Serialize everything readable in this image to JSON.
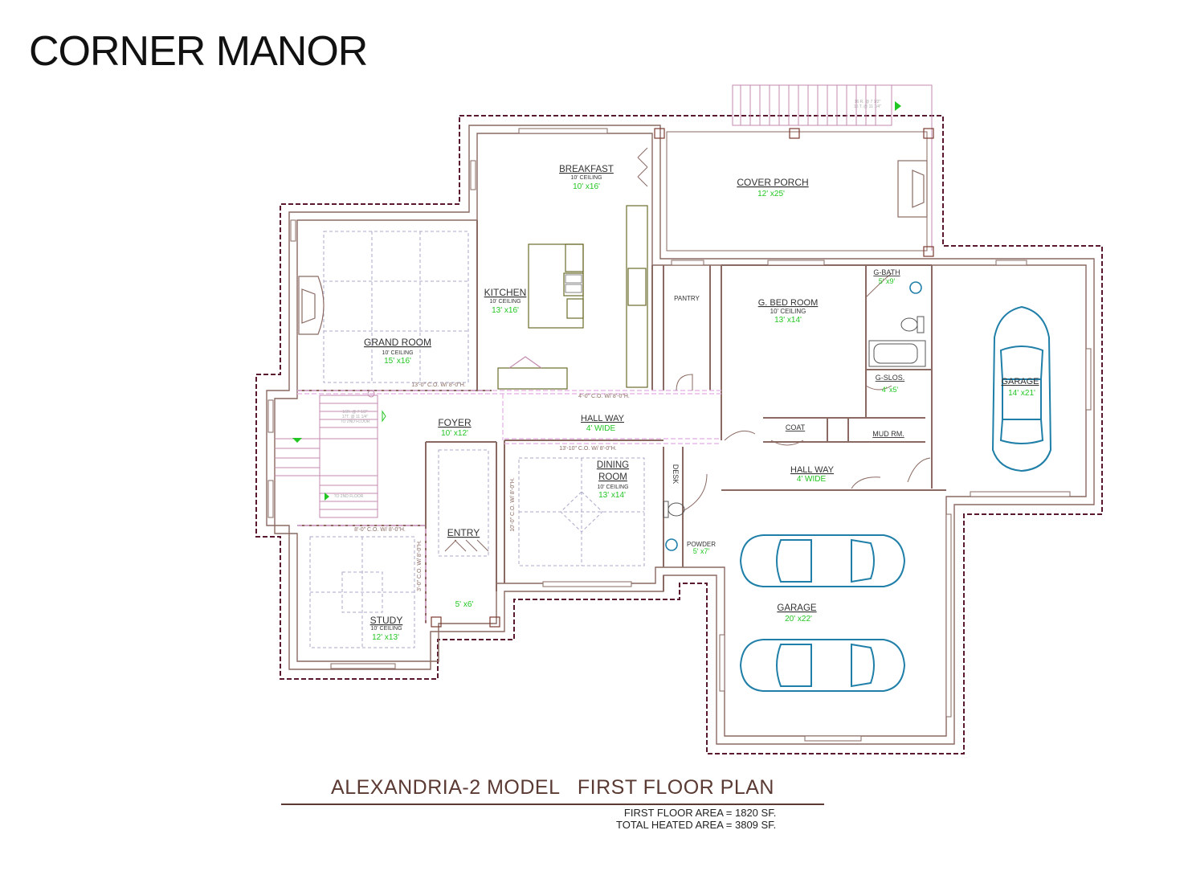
{
  "brand": "CORNER MANOR",
  "title_block": {
    "title": "ALEXANDRIA-2 MODEL   FIRST FLOOR PLAN",
    "first_floor_area": "FIRST FLOOR AREA = 1820 SF.",
    "total_heated_area": "TOTAL HEATED AREA = 3809 SF."
  },
  "rooms": {
    "breakfast": {
      "name": "BREAKFAST",
      "ceiling": "10' CEILING",
      "size": "10' x16'"
    },
    "cover_porch": {
      "name": "COVER PORCH",
      "size": "12' x25'"
    },
    "kitchen": {
      "name": "KITCHEN",
      "ceiling": "10' CEILING",
      "size": "13' x16'"
    },
    "pantry": {
      "name": "PANTRY"
    },
    "grand_room": {
      "name": "GRAND ROOM",
      "ceiling": "10' CEILING",
      "size": "15' x16'"
    },
    "g_bed_room": {
      "name": "G. BED ROOM",
      "ceiling": "10' CEILING",
      "size": "13' x14'"
    },
    "g_bath": {
      "name": "G-BATH",
      "size": "5' x9'"
    },
    "g_slos": {
      "name": "G-SLOS.",
      "size": "4' x5'"
    },
    "garage_side": {
      "name": "GARAGE",
      "size": "14' x21'"
    },
    "foyer": {
      "name": "FOYER",
      "size": "10' x12'"
    },
    "hall_way_upper": {
      "name": "HALL WAY",
      "size": "4' WIDE"
    },
    "hall_way_lower": {
      "name": "HALL WAY",
      "size": "4' WIDE"
    },
    "coat": {
      "name": "COAT"
    },
    "mud_rm": {
      "name": "MUD RM."
    },
    "dining_room": {
      "name_line1": "DINING",
      "name_line2": "ROOM",
      "ceiling": "10' CEILING",
      "size": "13' x14'"
    },
    "desk": {
      "name": "DESK"
    },
    "powder": {
      "name": "POWDER",
      "size": "5' x7'"
    },
    "entry": {
      "name": "ENTRY"
    },
    "entry_porch": {
      "size": "5' x6'"
    },
    "study": {
      "name": "STUDY",
      "ceiling": "10' CEILING",
      "size": "12' x13'"
    },
    "garage_main": {
      "name": "GARAGE",
      "size": "20' x22'"
    }
  },
  "notes": {
    "co_grand": "13'-0\" C.O. W/ 8'-0\"H.",
    "co_hall": "4'-0\" C.O. W/ 8'-0\"H.",
    "co_dining_top": "13'-10\" C.O. W/ 8'-0\"H.",
    "co_dining_side": "10'-0\" C.O. W/ 8'-0\"H.",
    "co_study": "8'-0\" C.O. W/ 8'-0\"H.",
    "co_entry": "3'-0\" C.O. W/ 8'-0\"H.",
    "stair_upper_note_1": "16R. @ 7 1/2\"",
    "stair_upper_note_2": "17T. @ 11 1/4\"",
    "stair_upper_note_3": "TO 2ND FLOOR",
    "stair_lower_note": "TO 2ND FLOOR",
    "porch_stair_note_1": "16 R. @ 7 1/2\"",
    "porch_stair_note_2": "15 T. @ 11 1/4\""
  },
  "colors": {
    "wall": "#8a6a62",
    "roofline": "#5a1830",
    "room_size": "#22c622",
    "car": "#1f7fa8",
    "cased_opening": "#e8b8e8",
    "soffit_grid": "#a9a9c9"
  }
}
